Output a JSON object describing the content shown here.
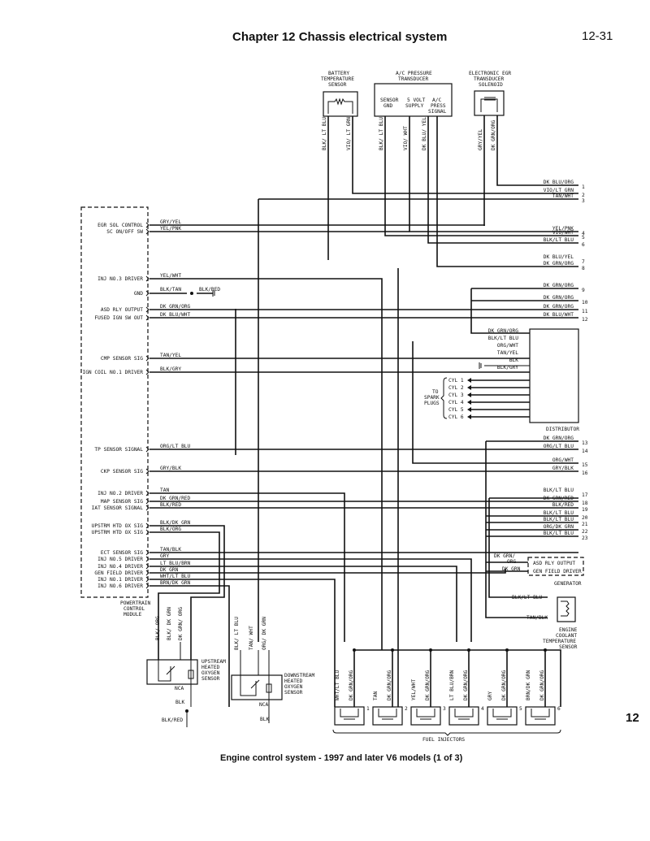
{
  "header": {
    "title": "Chapter 12 Chassis electrical system",
    "page_number": "12-31"
  },
  "side_tab": "12",
  "caption": "Engine control system - 1997 and later V6 models (1 of 3)",
  "components": {
    "battery_temp_sensor": {
      "label": [
        "BATTERY",
        "TEMPERATURE",
        "SENSOR"
      ],
      "wires": [
        "BLK/ LT BLU",
        "VIO/ LT GRN"
      ]
    },
    "ac_pressure_transducer": {
      "label": [
        "A/C PRESSURE",
        "TRANSDUCER"
      ],
      "pins": [
        "SENSOR GND",
        "5 VOLT SUPPLY",
        "A/C PRESS SIGNAL"
      ],
      "wires": [
        "BLK/ LT BLU",
        "VIO/ WHT",
        "DK BLU/ YEL"
      ]
    },
    "egr_solenoid": {
      "label": [
        "ELECTRONIC EGR",
        "TRANSDUCER",
        "SOLENOID"
      ],
      "wires": [
        "GRY/YEL",
        "DK GRN/ORG"
      ]
    },
    "pcm": {
      "label": [
        "POWERTRAIN",
        "CONTROL",
        "MODULE"
      ],
      "pins": [
        {
          "name": "EGR SOL CONTROL",
          "wire": "GRY/YEL"
        },
        {
          "name": "SC ON/OFF SW",
          "wire": "YEL/PNK"
        },
        {
          "name": "INJ NO.3 DRIVER",
          "wire": "YEL/WHT"
        },
        {
          "name": "GND",
          "wire": "BLK/TAN",
          "wire2": "BLK/RED"
        },
        {
          "name": "ASD RLY OUTPUT",
          "wire": "DK GRN/ORG"
        },
        {
          "name": "FUSED IGN SW OUT",
          "wire": "DK BLU/WHT"
        },
        {
          "name": "CMP SENSOR SIG",
          "wire": "TAN/YEL"
        },
        {
          "name": "IGN COIL NO.1 DRIVER",
          "wire": "BLK/GRY"
        },
        {
          "name": "TP SENSOR SIGNAL",
          "wire": "ORG/LT BLU"
        },
        {
          "name": "CKP SENSOR SIG",
          "wire": "GRY/BLK"
        },
        {
          "name": "INJ NO.2 DRIVER",
          "wire": "TAN"
        },
        {
          "name": "MAP SENSOR SIG",
          "wire": "DK GRN/RED"
        },
        {
          "name": "IAT SENSOR SIGNAL",
          "wire": "BLK/RED"
        },
        {
          "name": "UPSTRM HTD OX SIG",
          "wire": "BLK/DK GRN"
        },
        {
          "name": "UPSTRM HTD OX SIG",
          "wire": "BLK/ORG"
        },
        {
          "name": "ECT SENSOR SIG",
          "wire": "TAN/BLK"
        },
        {
          "name": "INJ NO.5 DRIVER",
          "wire": "GRY"
        },
        {
          "name": "INJ NO.4 DRIVER",
          "wire": "LT BLU/BRN"
        },
        {
          "name": "GEN FIELD DRIVER",
          "wire": "DK GRN"
        },
        {
          "name": "INJ NO.1 DRIVER",
          "wire": "WHT/LT BLU"
        },
        {
          "name": "INJ NO.6 DRIVER",
          "wire": "BRN/DK GRN"
        }
      ]
    },
    "distributor": {
      "label": "DISTRIBUTOR",
      "wires": [
        "DK GRN/ORG",
        "BLK/LT BLU",
        "ORG/WHT",
        "TAN/YEL",
        "BLK",
        "BLK/GRY"
      ],
      "cylinders": [
        "CYL 1",
        "CYL 2",
        "CYL 3",
        "CYL 4",
        "CYL 5",
        "CYL 6"
      ],
      "spark_label": [
        "TO",
        "SPARK",
        "PLUGS"
      ]
    },
    "generator": {
      "label": "GENERATOR",
      "pins": [
        "ASD RLY OUTPUT",
        "GEN FIELD DRIVER"
      ],
      "wires": [
        "DK GRN/ ORG",
        "DK GRN"
      ]
    },
    "ect_sensor": {
      "label": [
        "ENGINE",
        "COOLANT",
        "TEMPERATURE",
        "SENSOR"
      ],
      "wires": [
        "BLK/LT BLU",
        "TAN/BLK"
      ]
    },
    "upstream_o2": {
      "label": [
        "UPSTREAM",
        "HEATED",
        "OXYGEN",
        "SENSOR"
      ],
      "wires": [
        "BLK/ ORG",
        "BLK/ DK GRN",
        "DK GRN/ ORG"
      ],
      "ground": [
        "BLK",
        "BLK/RED"
      ],
      "nca": "NCA"
    },
    "downstream_o2": {
      "label": [
        "DOWNSTREAM",
        "HEATED",
        "OXYGEN",
        "SENSOR"
      ],
      "wires": [
        "BLK/ LT BLU",
        "TAN/ WHT",
        "ORG/ DK GRN"
      ],
      "ground": [
        "BLK"
      ],
      "nca": "NCA"
    },
    "fuel_injectors": {
      "label": "FUEL INJECTORS",
      "injectors": [
        {
          "num": "1",
          "wires": [
            "WHT/LT BLU",
            "DK GRN/ORG"
          ]
        },
        {
          "num": "2",
          "wires": [
            "TAN",
            "DK GRN/ORG"
          ]
        },
        {
          "num": "3",
          "wires": [
            "YEL/WHT",
            "DK GRN/ORG"
          ]
        },
        {
          "num": "4",
          "wires": [
            "LT BLU/BRN",
            "DK GRN/ORG"
          ]
        },
        {
          "num": "5",
          "wires": [
            "GRY",
            "DK GRN/ORG"
          ]
        },
        {
          "num": "6",
          "wires": [
            "BRN/DK GRN",
            "DK GRN/ORG"
          ]
        }
      ]
    }
  },
  "connectors_right": [
    {
      "num": "1",
      "wire": "DK BLU/ORG"
    },
    {
      "num": "2",
      "wire": "VIO/LT GRN"
    },
    {
      "num": "3",
      "wire": "TAN/WHT"
    },
    {
      "num": "4",
      "wire": "YEL/PNK"
    },
    {
      "num": "5",
      "wire": "VIO/WHT"
    },
    {
      "num": "6",
      "wire": "BLK/LT BLU"
    },
    {
      "num": "7",
      "wire": "DK BLU/YEL"
    },
    {
      "num": "8",
      "wire": "DK GRN/ORG"
    },
    {
      "num": "9",
      "wire": "DK GRN/ORG"
    },
    {
      "num": "10",
      "wire": "DK GRN/ORG"
    },
    {
      "num": "11",
      "wire": "DK GRN/ORG"
    },
    {
      "num": "12",
      "wire": "DK BLU/WHT"
    },
    {
      "num": "13",
      "wire": "DK GRN/ORG"
    },
    {
      "num": "14",
      "wire": "ORG/LT BLU"
    },
    {
      "num": "15",
      "wire": "ORG/WHT"
    },
    {
      "num": "16",
      "wire": "GRY/BLK"
    },
    {
      "num": "17",
      "wire": "BLK/LT BLU"
    },
    {
      "num": "18",
      "wire": "DK GRN/RED"
    },
    {
      "num": "19",
      "wire": "BLK/RED"
    },
    {
      "num": "20",
      "wire": "BLK/LT BLU"
    },
    {
      "num": "21",
      "wire": "BLK/LT BLU"
    },
    {
      "num": "22",
      "wire": "ORG/DK GRN"
    },
    {
      "num": "23",
      "wire": "BLK/LT BLU"
    }
  ]
}
